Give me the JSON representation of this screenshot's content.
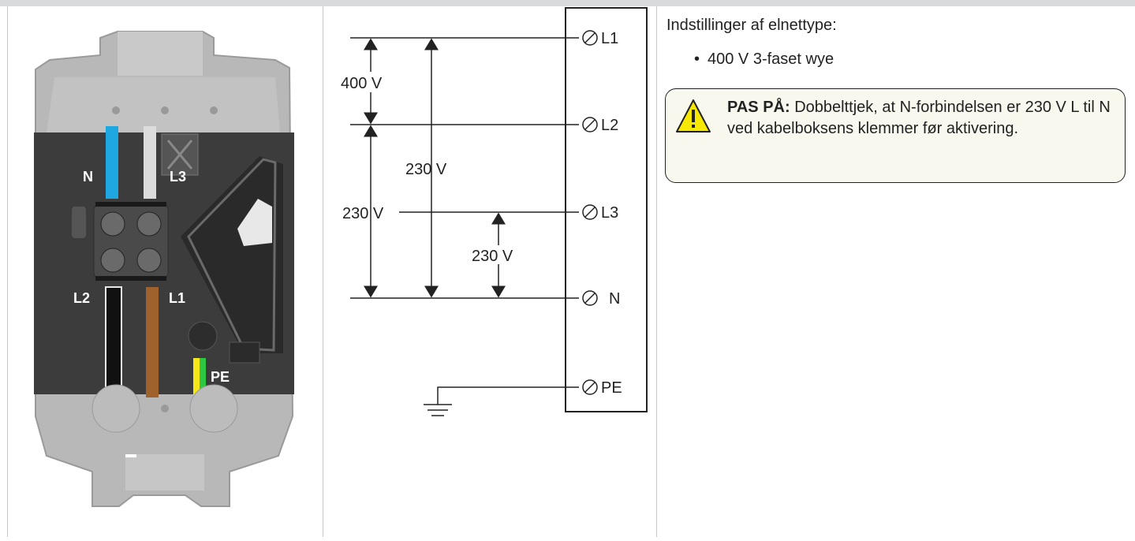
{
  "photo": {
    "wire_labels": {
      "n": "N",
      "l3": "L3",
      "l2": "L2",
      "l1": "L1",
      "pe": "PE"
    },
    "wire_colors": {
      "n": "#1ea7e1",
      "l3": "#d9d9d9",
      "l2": "#111111",
      "l1": "#a0622d",
      "pe_yellow": "#f5e61a",
      "pe_green": "#2ec743"
    }
  },
  "diagram": {
    "terminals": [
      "L1",
      "L2",
      "L3",
      "N",
      "PE"
    ],
    "voltages": {
      "l1_l2": "400 V",
      "l1_n": "230 V",
      "l2_n": "230 V",
      "l3_n": "230 V"
    }
  },
  "info": {
    "title": "Indstillinger af elnettype:",
    "bullet": "•",
    "items": [
      "400 V 3-faset wye"
    ],
    "notice": {
      "label": "PAS PÅ:",
      "text": " Dobbelttjek, at N-forbindelsen er 230 V L til N ved kabelboksens klemmer før aktivering."
    }
  },
  "colors": {
    "notice_bg": "#f8f8ee",
    "warning_yellow": "#f6e800",
    "separator": "#c8c8c8"
  }
}
